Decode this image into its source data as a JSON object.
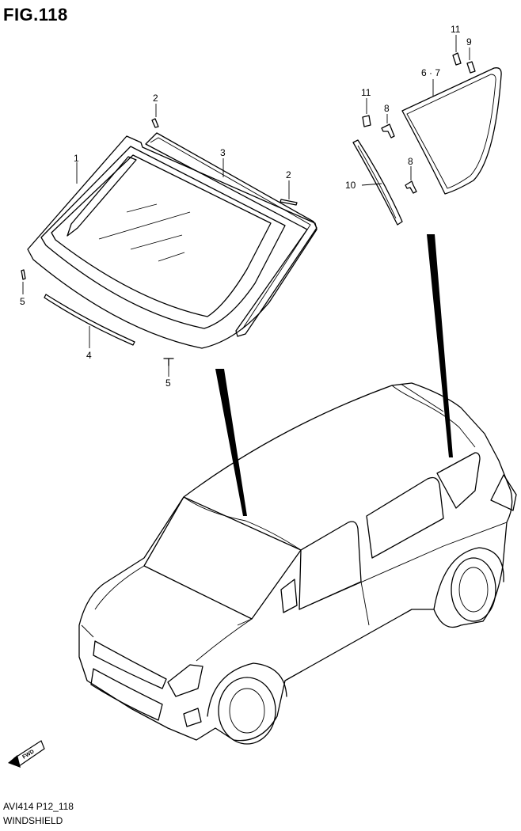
{
  "figure": {
    "title": "FIG.118",
    "code": "AVI414 P12_118",
    "name": "WINDSHIELD"
  },
  "callouts": [
    {
      "id": "c1",
      "text": "1"
    },
    {
      "id": "c2a",
      "text": "2"
    },
    {
      "id": "c2b",
      "text": "2"
    },
    {
      "id": "c3",
      "text": "3"
    },
    {
      "id": "c4",
      "text": "4"
    },
    {
      "id": "c5a",
      "text": "5"
    },
    {
      "id": "c5b",
      "text": "5"
    },
    {
      "id": "c67",
      "text": "6 · 7"
    },
    {
      "id": "c8a",
      "text": "8"
    },
    {
      "id": "c8b",
      "text": "8"
    },
    {
      "id": "c9",
      "text": "9"
    },
    {
      "id": "c10",
      "text": "10"
    },
    {
      "id": "c11a",
      "text": "11"
    },
    {
      "id": "c11b",
      "text": "11"
    }
  ],
  "fwd_mark": "FWD",
  "icons": {
    "direction": "fwd-arrow-icon"
  }
}
